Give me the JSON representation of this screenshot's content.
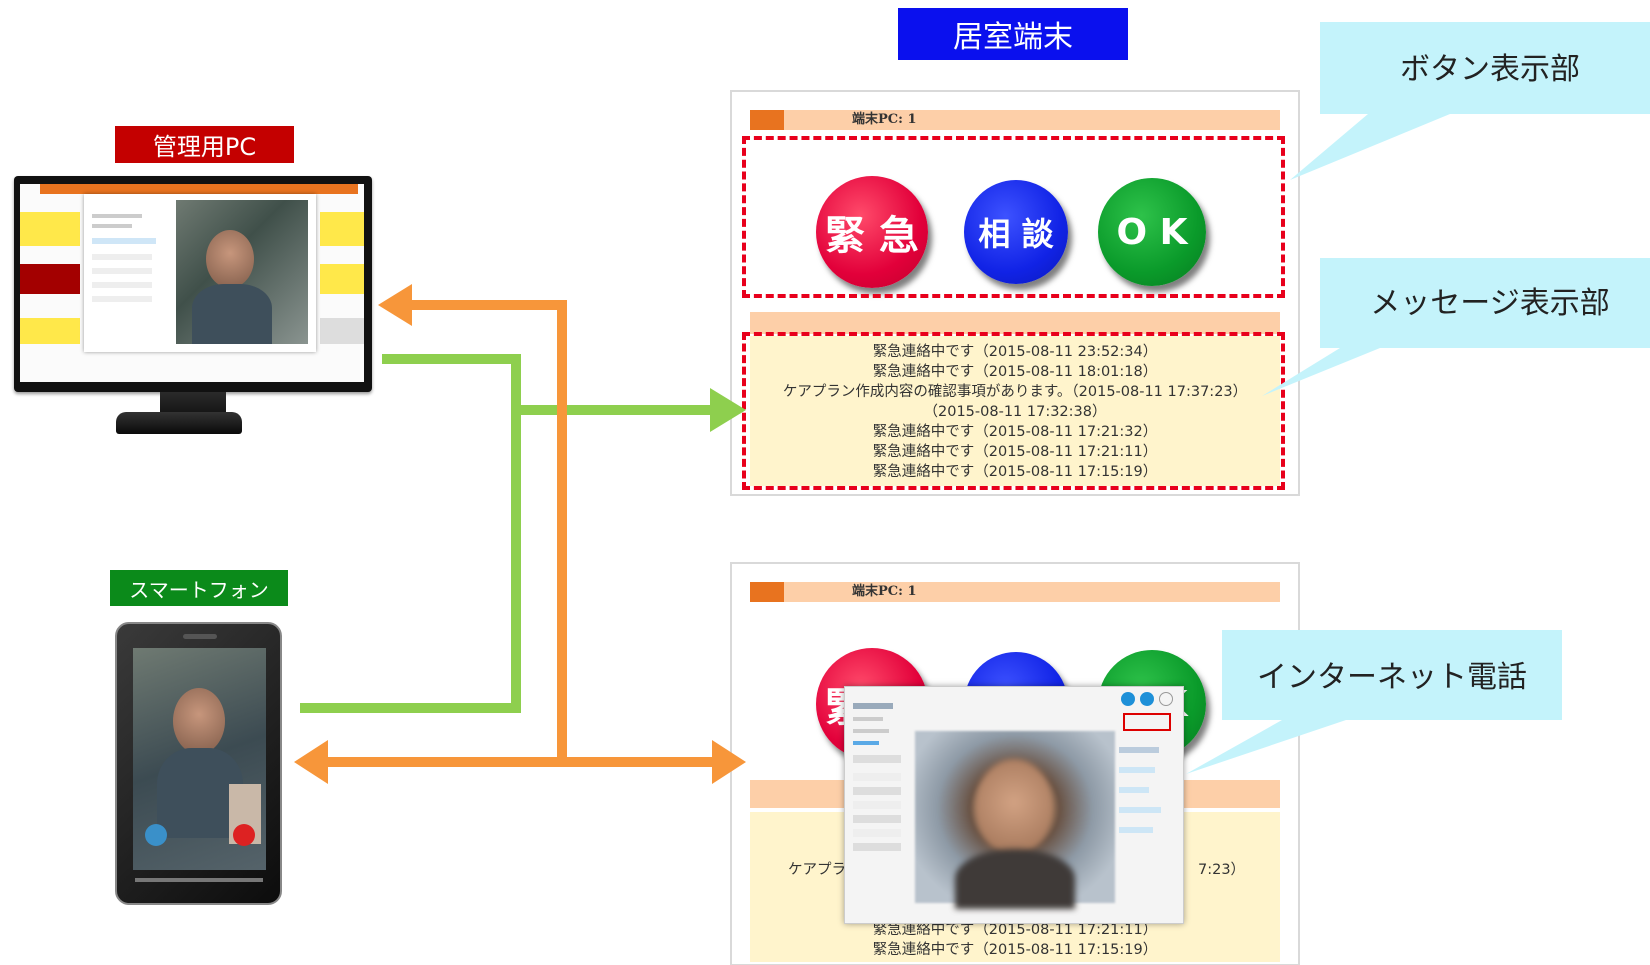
{
  "titles": {
    "room_terminal": "居室端末",
    "admin_pc": "管理用PC",
    "smartphone": "スマートフォン"
  },
  "callouts": {
    "button_area": "ボタン表示部",
    "message_area": "メッセージ表示部",
    "internet_phone": "インターネット電話"
  },
  "terminal": {
    "header_text": "端末PC: 1",
    "buttons": {
      "emergency": "緊 急",
      "consult": "相 談",
      "ok": "O K"
    },
    "messages": [
      "緊急連絡中です（2015-08-11 23:52:34）",
      "緊急連絡中です（2015-08-11 18:01:18）",
      "ケアプラン作成内容の確認事項があります。（2015-08-11 17:37:23）",
      "（2015-08-11 17:32:38）",
      "緊急連絡中です（2015-08-11 17:21:32）",
      "緊急連絡中です（2015-08-11 17:21:11）",
      "緊急連絡中です（2015-08-11 17:15:19）"
    ],
    "lower_partial_left": "ケアプラ",
    "lower_partial_right": "7:23）",
    "lower_message_1": "緊急連絡中です（2015-08-11 17:21:11）",
    "lower_message_2": "緊急連絡中です（2015-08-11 17:15:19）"
  },
  "colors": {
    "data_flow_green": "#8ecf4e",
    "data_flow_orange": "#f7963a",
    "callout_fill": "#c4f3fb",
    "dashed_highlight": "#e8001c"
  }
}
